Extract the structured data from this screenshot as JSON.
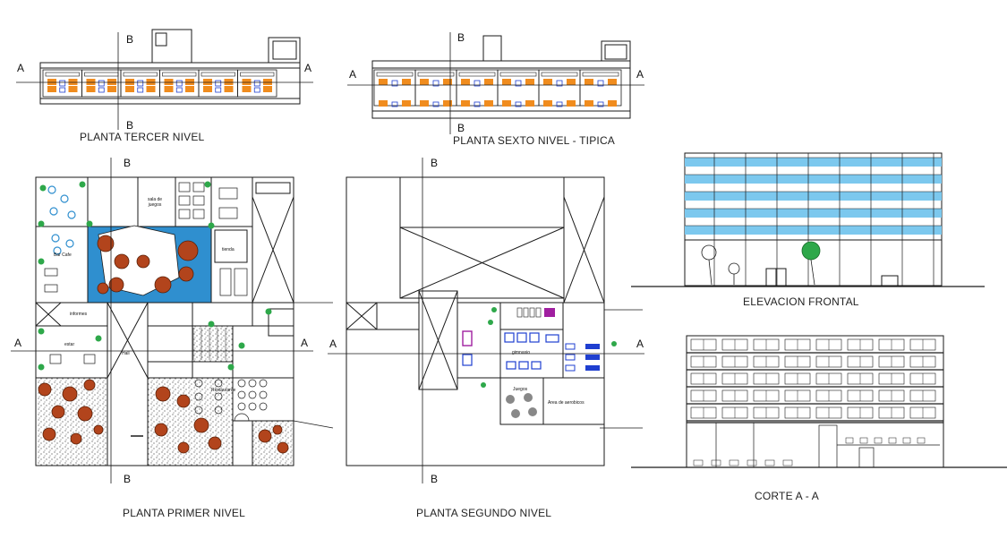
{
  "drawing_titles": {
    "planta_tercer_nivel": "PLANTA TERCER NIVEL",
    "planta_sexto_nivel": "PLANTA SEXTO NIVEL - TIPICA",
    "planta_primer_nivel": "PLANTA PRIMER NIVEL",
    "planta_segundo_nivel": "PLANTA SEGUNDO NIVEL",
    "elevacion_frontal": "ELEVACION FRONTAL",
    "corte_a_a": "CORTE A - A"
  },
  "section_markers": {
    "a": "A",
    "b": "B"
  },
  "room_labels": {
    "bar_cafe": "Bar Cafe",
    "sala_de_juegos": "sala de juegos",
    "tienda": "tienda",
    "informes": "informes",
    "estar": "estar",
    "hall": "Hall",
    "restaurante": "Restaurante",
    "gimnasio": "gimnasio",
    "juegos": "Juegos",
    "area_aerobicos": "Area de aerobicos"
  },
  "colors": {
    "line": "#1a1a1a",
    "room_fill": "#f08c1e",
    "pool_blue": "#2f8fcf",
    "glass_blue": "#7cc8ee",
    "tree_red": "#b2441c",
    "plant_green": "#2ea84a",
    "furniture_blue": "#1f3fd0",
    "accent_magenta": "#a01fa0"
  }
}
